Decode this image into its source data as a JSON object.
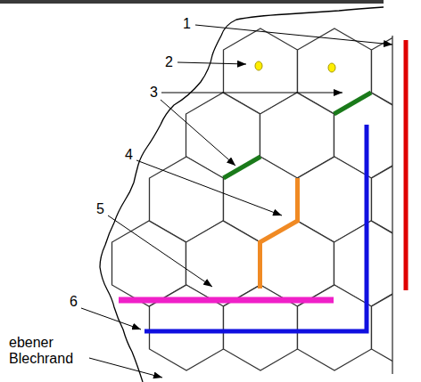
{
  "diagram": {
    "labels": [
      "1",
      "2",
      "3",
      "4",
      "5",
      "6",
      "ebener Blechrand"
    ]
  }
}
